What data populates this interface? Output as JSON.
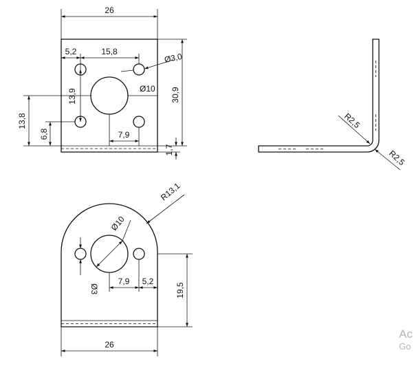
{
  "front_view": {
    "dimensions": {
      "width": "26",
      "offset_left": "5,2",
      "hole_spacing": "15,8",
      "small_hole": "Ø3,0",
      "center_height": "13,9",
      "big_hole": "Ø10",
      "total_height": "30,9",
      "lower_hole_height": "13,8",
      "small_hole_height": "6,8",
      "center_offset": "7,9",
      "thickness": "1,7"
    }
  },
  "side_view": {
    "dimensions": {
      "inner_radius": "R2,5",
      "outer_radius": "R2,5"
    }
  },
  "top_view": {
    "dimensions": {
      "arc_radius": "R13,1",
      "big_hole": "Ø10",
      "small_hole": "Ø3",
      "center_offset": "7,9",
      "offset_right": "5,2",
      "height": "19,5",
      "width": "26"
    }
  },
  "watermark": {
    "line1": "Ac",
    "line2": "Go"
  }
}
